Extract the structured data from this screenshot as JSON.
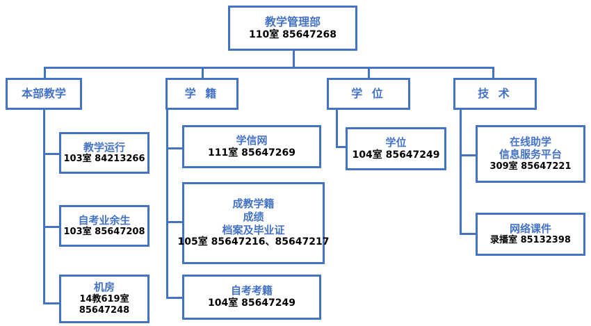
{
  "theme": {
    "border_color": "#4472C4",
    "title_text_color": "#4472C4",
    "detail_text_color": "#000000",
    "background": "#ffffff",
    "connector_color": "#4472C4"
  },
  "root": {
    "title": "教学管理部",
    "detail": "110室  85647268"
  },
  "branches": [
    {
      "key": "benbu",
      "title": "本部教学",
      "children": [
        {
          "title": "教学运行",
          "detail": "103室 84213266"
        },
        {
          "title": "自考业余生",
          "detail": "103室 85647208"
        },
        {
          "title": "机房",
          "detail": "14教619室",
          "detail2": "85647248"
        }
      ]
    },
    {
      "key": "xueji",
      "title": "学 籍",
      "children": [
        {
          "title": "学信网",
          "detail": "111室  85647269"
        },
        {
          "title": "成教学籍",
          "title2": "成绩",
          "title3": "档案及毕业证",
          "detail": "105室 85647216、85647217"
        },
        {
          "title": "自考考籍",
          "detail": "104室  85647249"
        }
      ]
    },
    {
      "key": "xuewei",
      "title": "学 位",
      "children": [
        {
          "title": "学位",
          "detail": "104室  85647249"
        }
      ]
    },
    {
      "key": "jishu",
      "title": "技 术",
      "children": [
        {
          "title": "在线助学",
          "title2": "信息服务平台",
          "detail": "309室  85647221"
        },
        {
          "title": "网络课件",
          "detail": "录播室  85132398"
        }
      ]
    }
  ]
}
